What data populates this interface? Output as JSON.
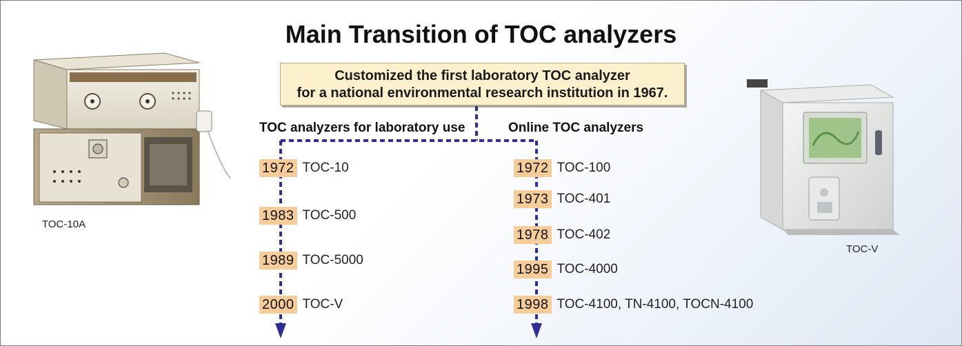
{
  "title": "Main Transition of TOC analyzers",
  "origin": {
    "line1": "Customized the first laboratory TOC analyzer",
    "line2": "for a national environmental research institution in 1967."
  },
  "branches": {
    "lab": {
      "label": "TOC analyzers for laboratory use",
      "entries": [
        {
          "year": "1972",
          "model": "TOC-10"
        },
        {
          "year": "1983",
          "model": "TOC-500"
        },
        {
          "year": "1989",
          "model": "TOC-5000"
        },
        {
          "year": "2000",
          "model": "TOC-V"
        }
      ]
    },
    "online": {
      "label": "Online TOC analyzers",
      "entries": [
        {
          "year": "1972",
          "model": "TOC-100"
        },
        {
          "year": "1973",
          "model": "TOC-401"
        },
        {
          "year": "1978",
          "model": "TOC-402"
        },
        {
          "year": "1995",
          "model": "TOC-4000"
        },
        {
          "year": "1998",
          "model": "TOC-4100, TN-4100, TOCN-4100"
        }
      ]
    }
  },
  "images": {
    "left_caption": "TOC-10A",
    "right_caption": "TOC-V"
  },
  "colors": {
    "flow_line": "#2e2e96",
    "year_badge": "#f6cc99",
    "origin_box": "#fdf0cc"
  }
}
